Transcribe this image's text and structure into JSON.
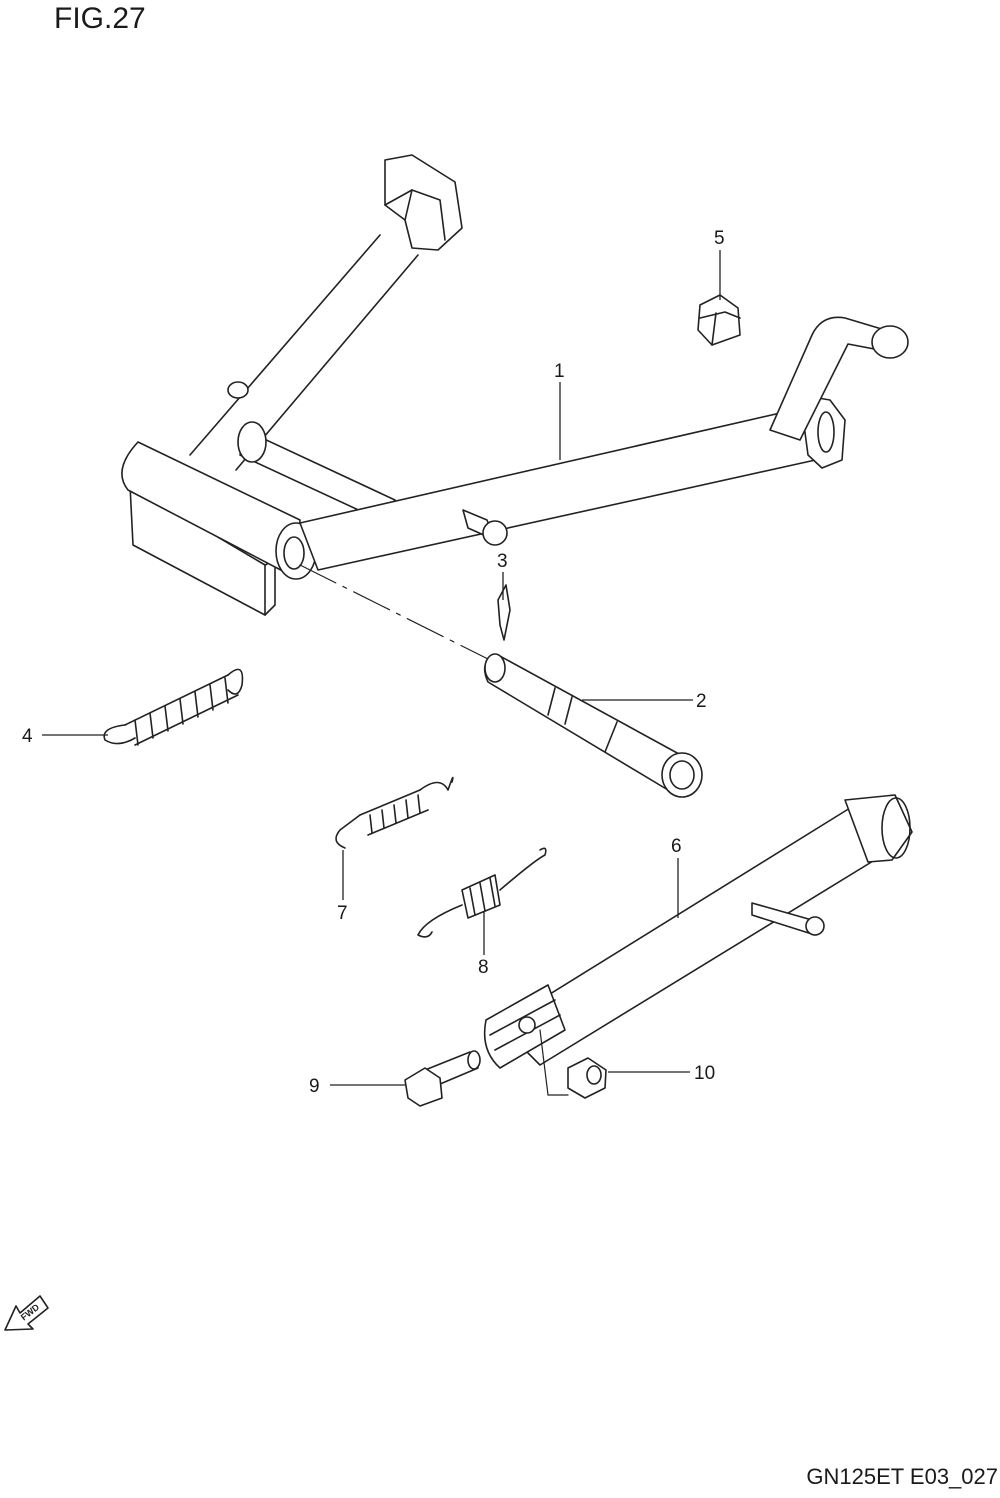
{
  "figure": {
    "title": "FIG.27",
    "doc_code": "GN125ET E03_027"
  },
  "fwd_label": "FWD",
  "callouts": [
    {
      "id": "1",
      "label": "1"
    },
    {
      "id": "2",
      "label": "2"
    },
    {
      "id": "3",
      "label": "3"
    },
    {
      "id": "4",
      "label": "4"
    },
    {
      "id": "5",
      "label": "5"
    },
    {
      "id": "6",
      "label": "6"
    },
    {
      "id": "7",
      "label": "7"
    },
    {
      "id": "8",
      "label": "8"
    },
    {
      "id": "9",
      "label": "9"
    },
    {
      "id": "10",
      "label": "10"
    }
  ]
}
